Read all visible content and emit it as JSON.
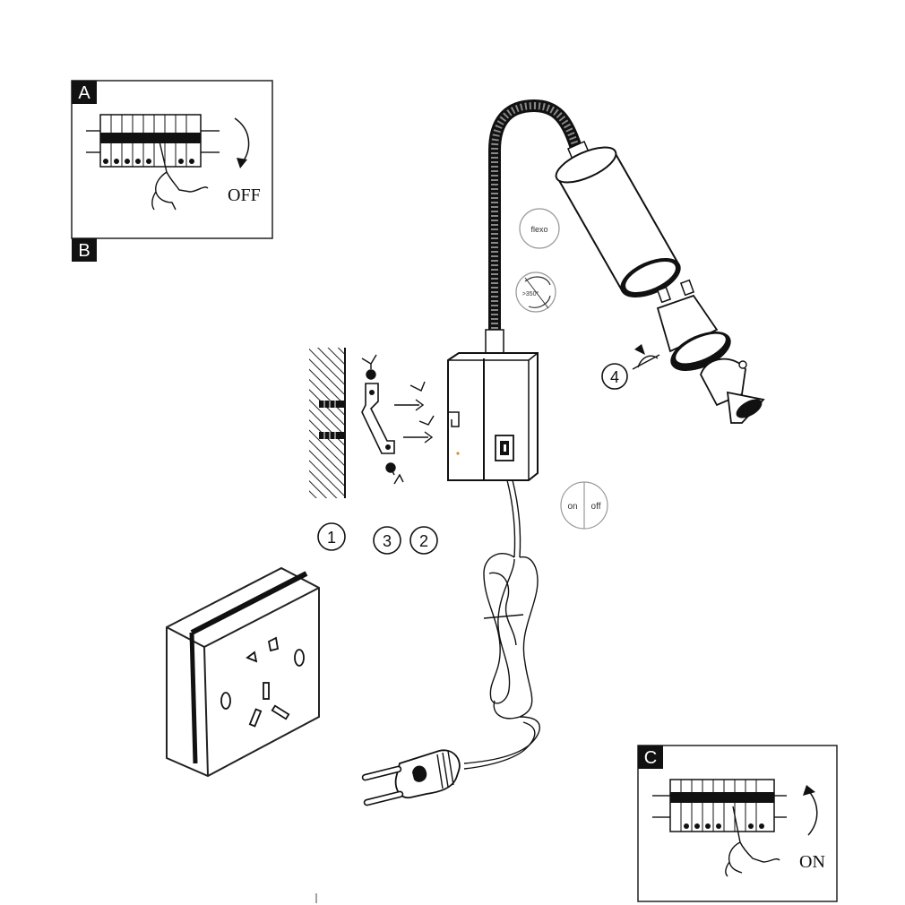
{
  "panel_a": {
    "badge_top": "A",
    "badge_bottom": "B",
    "switch_state": "OFF"
  },
  "panel_c": {
    "badge": "C",
    "switch_state": "ON"
  },
  "lamp": {
    "flexo_label": "flexo",
    "rotation_label": ">350°",
    "switch_on": "on",
    "switch_off": "off"
  },
  "steps": [
    "1",
    "2",
    "3",
    "4"
  ]
}
